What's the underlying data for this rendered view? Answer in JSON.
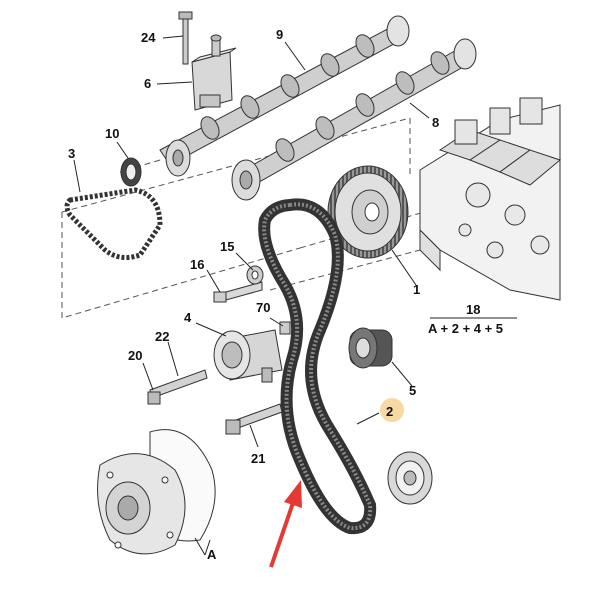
{
  "diagram": {
    "callouts": {
      "c24": "24",
      "c9": "9",
      "c6": "6",
      "c10": "10",
      "c8": "8",
      "c3": "3",
      "c15": "15",
      "c1": "1",
      "c16": "16",
      "c70": "70",
      "c18": "18",
      "c4": "4",
      "c22": "22",
      "c20": "20",
      "c5": "5",
      "c2": "2",
      "c21": "21",
      "cA": "A"
    },
    "kit_formula": "A + 2 + 4 + 5",
    "colors": {
      "line": "#222222",
      "part_fill": "#eeeeee",
      "part_shade": "#bdbdbd",
      "belt": "#3a3a3a",
      "arrow": "#e53935",
      "highlight": "#f6d9a3"
    }
  }
}
